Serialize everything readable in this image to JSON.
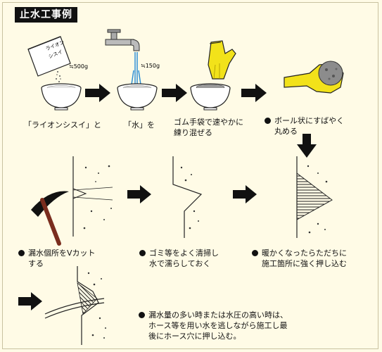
{
  "title": "止水工事例",
  "labels": {
    "powder_amount": "≒500g",
    "water_amount": "≒150g",
    "bag_text": "ライオン\nシスイ"
  },
  "steps": [
    {
      "caption": "「ライオンシスイ」と",
      "bullet": false
    },
    {
      "caption": "「水」を",
      "bullet": false
    },
    {
      "caption": "ゴム手袋で速やかに\n練り混ぜる",
      "bullet": false
    },
    {
      "caption": "ボール状にすばやく\n丸める",
      "bullet": true
    },
    {
      "caption": "漏水個所をVカット\nする",
      "bullet": true
    },
    {
      "caption": "ゴミ等をよく清掃し\n水で濡らしておく",
      "bullet": true
    },
    {
      "caption": "暖かくなったらただちに\n施工箇所に強く押し込む",
      "bullet": true
    },
    {
      "caption": "漏水量の多い時または水圧の高い時は、\nホース等を用い水を逃しながら施工し最\n後にホース穴に押し込む。",
      "bullet": true
    }
  ],
  "colors": {
    "background": "#fffbe6",
    "glove": "#f2e21a",
    "pick_handle": "#7a2d1e"
  }
}
